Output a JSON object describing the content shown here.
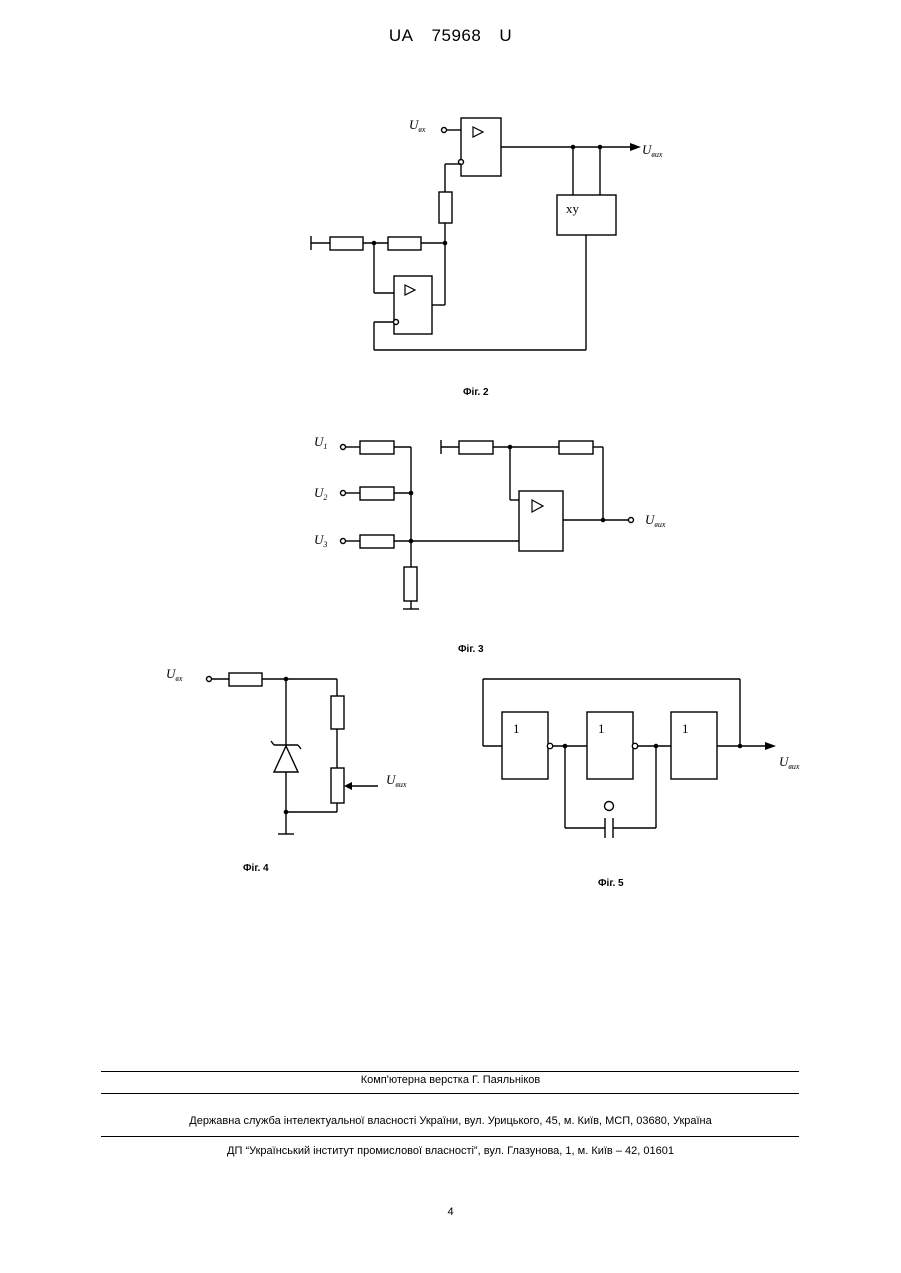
{
  "header": {
    "country": "UA",
    "number": "75968",
    "kind": "U"
  },
  "fig2": {
    "u_in": "U",
    "u_in_sub": "вх",
    "u_out": "U",
    "u_out_sub": "вих",
    "multiplier": "xy",
    "caption": "Фіг. 2"
  },
  "fig3": {
    "u1": "U",
    "u1_sub": "1",
    "u2": "U",
    "u2_sub": "2",
    "u3": "U",
    "u3_sub": "3",
    "u_out": "U",
    "u_out_sub": "вих",
    "caption": "Фіг. 3"
  },
  "fig4": {
    "u_in": "U",
    "u_in_sub": "вх",
    "u_out": "U",
    "u_out_sub": "вих",
    "caption": "Фіг. 4"
  },
  "fig5": {
    "gate1": "1",
    "gate2": "1",
    "gate3": "1",
    "u_out": "U",
    "u_out_sub": "вих",
    "caption": "Фіг. 5"
  },
  "footer": {
    "layout": "Комп'ютерна верстка Г. Паяльніков",
    "agency": "Державна служба інтелектуальної власності України, вул. Урицького, 45, м. Київ, МСП, 03680, Україна",
    "institute": "ДП “Український інститут промислової власності”, вул. Глазунова, 1, м. Київ – 42, 01601"
  },
  "page_number": "4"
}
